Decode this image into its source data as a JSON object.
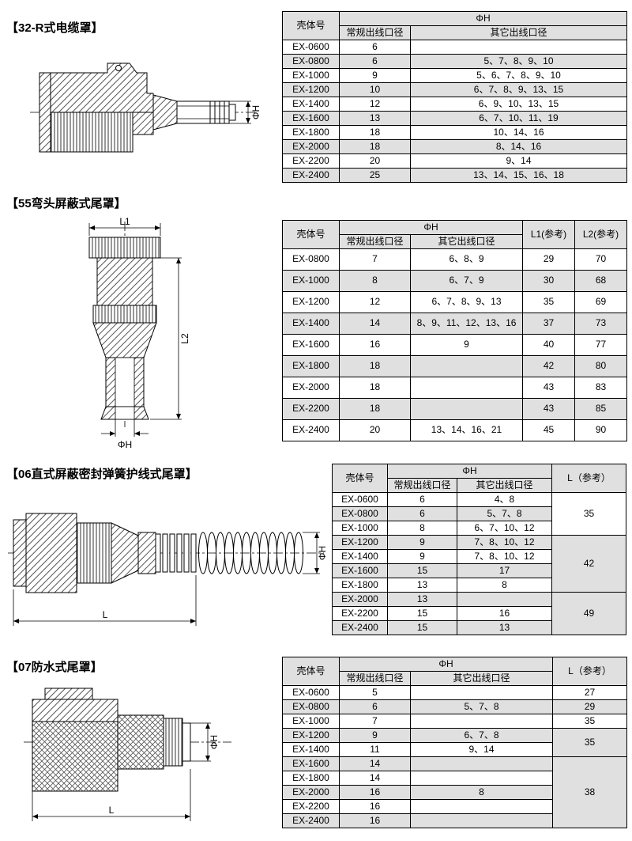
{
  "colors": {
    "row_shade": "#e0e0e0",
    "table_border": "#000000",
    "page_bg": "#ffffff",
    "ink": "#000000"
  },
  "s1": {
    "title": "【32-R式电缆罩】",
    "labels": {
      "phih": "ΦH"
    },
    "h": {
      "shell": "壳体号",
      "phih": "ΦH",
      "regular": "常规出线口径",
      "other": "其它出线口径"
    },
    "r": [
      [
        "EX-0600",
        "6",
        ""
      ],
      [
        "EX-0800",
        "6",
        "5、7、8、9、10"
      ],
      [
        "EX-1000",
        "9",
        "5、6、7、8、9、10"
      ],
      [
        "EX-1200",
        "10",
        "6、7、8、9、13、15"
      ],
      [
        "EX-1400",
        "12",
        "6、9、10、13、15"
      ],
      [
        "EX-1600",
        "13",
        "6、7、10、11、19"
      ],
      [
        "EX-1800",
        "18",
        "10、14、16"
      ],
      [
        "EX-2000",
        "18",
        "8、14、16"
      ],
      [
        "EX-2200",
        "20",
        "9、14"
      ],
      [
        "EX-2400",
        "25",
        "13、14、15、16、18"
      ]
    ]
  },
  "s2": {
    "title": "【55弯头屏蔽式尾罩】",
    "labels": {
      "l1": "L1",
      "l2": "L2",
      "phih": "ΦH"
    },
    "h": {
      "shell": "壳体号",
      "phih": "ΦH",
      "regular": "常规出线口径",
      "other": "其它出线口径",
      "l1": "L1(参考)",
      "l2": "L2(参考)"
    },
    "r": [
      [
        "EX-0800",
        "7",
        "6、8、9",
        "29",
        "70"
      ],
      [
        "EX-1000",
        "8",
        "6、7、9",
        "30",
        "68"
      ],
      [
        "EX-1200",
        "12",
        "6、7、8、9、13",
        "35",
        "69"
      ],
      [
        "EX-1400",
        "14",
        "8、9、11、12、13、16",
        "37",
        "73"
      ],
      [
        "EX-1600",
        "16",
        "9",
        "40",
        "77"
      ],
      [
        "EX-1800",
        "18",
        "",
        "42",
        "80"
      ],
      [
        "EX-2000",
        "18",
        "",
        "43",
        "83"
      ],
      [
        "EX-2200",
        "18",
        "",
        "43",
        "85"
      ],
      [
        "EX-2400",
        "20",
        "13、14、16、21",
        "45",
        "90"
      ]
    ]
  },
  "s3": {
    "title": "【06直式屏蔽密封弹簧护线式尾罩】",
    "labels": {
      "phih": "ΦH",
      "l": "L"
    },
    "h": {
      "shell": "壳体号",
      "phih": "ΦH",
      "regular": "常规出线口径",
      "other": "其它出线口径",
      "l": "L（参考）"
    },
    "r": [
      [
        "EX-0600",
        "6",
        "4、8",
        "35"
      ],
      [
        "EX-0800",
        "6",
        "5、7、8"
      ],
      [
        "EX-1000",
        "8",
        "6、7、10、12"
      ],
      [
        "EX-1200",
        "9",
        "7、8、10、12",
        "42"
      ],
      [
        "EX-1400",
        "9",
        "7、8、10、12"
      ],
      [
        "EX-1600",
        "15",
        "17"
      ],
      [
        "EX-1800",
        "13",
        "8"
      ],
      [
        "EX-2000",
        "13",
        "",
        "49"
      ],
      [
        "EX-2200",
        "15",
        "16"
      ],
      [
        "EX-2400",
        "15",
        "13"
      ]
    ]
  },
  "s4": {
    "title": "【07防水式尾罩】",
    "labels": {
      "phih": "ΦH",
      "l": "L"
    },
    "h": {
      "shell": "壳体号",
      "phih": "ΦH",
      "regular": "常规出线口径",
      "other": "其它出线口径",
      "l": "L（参考）"
    },
    "r": [
      [
        "EX-0600",
        "5",
        "",
        "27"
      ],
      [
        "EX-0800",
        "6",
        "5、7、8",
        "29"
      ],
      [
        "EX-1000",
        "7",
        "",
        "35"
      ],
      [
        "EX-1200",
        "9",
        "6、7、8",
        "35"
      ],
      [
        "EX-1400",
        "11",
        "9、14"
      ],
      [
        "EX-1600",
        "14",
        "",
        "38"
      ],
      [
        "EX-1800",
        "14",
        ""
      ],
      [
        "EX-2000",
        "16",
        "8"
      ],
      [
        "EX-2200",
        "16",
        ""
      ],
      [
        "EX-2400",
        "16",
        ""
      ]
    ]
  }
}
